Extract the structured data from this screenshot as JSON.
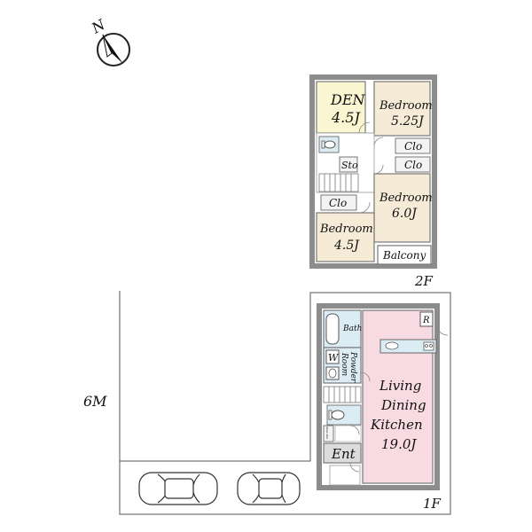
{
  "compass": {
    "north_label": "N",
    "icon": "north-arrow-icon"
  },
  "floors": {
    "second": {
      "label": "2F",
      "rooms": {
        "den": {
          "name": "DEN",
          "size": "4.5J"
        },
        "bedroom_ne": {
          "name": "Bedroom",
          "size": "5.25J"
        },
        "closet_1": {
          "name": "Clo"
        },
        "closet_2": {
          "name": "Clo"
        },
        "storage": {
          "name": "Sto"
        },
        "bedroom_e": {
          "name": "Bedroom",
          "size": "6.0J"
        },
        "closet_3": {
          "name": "Clo"
        },
        "bedroom_sw": {
          "name": "Bedroom",
          "size": "4.5J"
        },
        "balcony": {
          "name": "Balcony"
        }
      }
    },
    "first": {
      "label": "1F",
      "rooms": {
        "bath": {
          "name": "Bath"
        },
        "washer": {
          "name": "W"
        },
        "powder_room": {
          "name": "Powder",
          "name2": "Room"
        },
        "ldk": {
          "line1": "Living",
          "line2": "Dining",
          "line3": "Kitchen",
          "size": "19.0J"
        },
        "refrigerator": {
          "name": "R"
        },
        "shoe_box": {
          "name": "Shoe Box"
        },
        "entrance": {
          "name": "Ent"
        }
      }
    }
  },
  "site": {
    "road_width": "6M"
  },
  "colors": {
    "wall": "#8c8c8c",
    "den_fill": "#fbf6d2",
    "bedroom_fill": "#f5ebd6",
    "wet_fill": "#dcecf5",
    "ldk_fill": "#f8dbe2",
    "entrance_fill": "#dcdcdc",
    "closet_fill": "#f3f3f3"
  }
}
